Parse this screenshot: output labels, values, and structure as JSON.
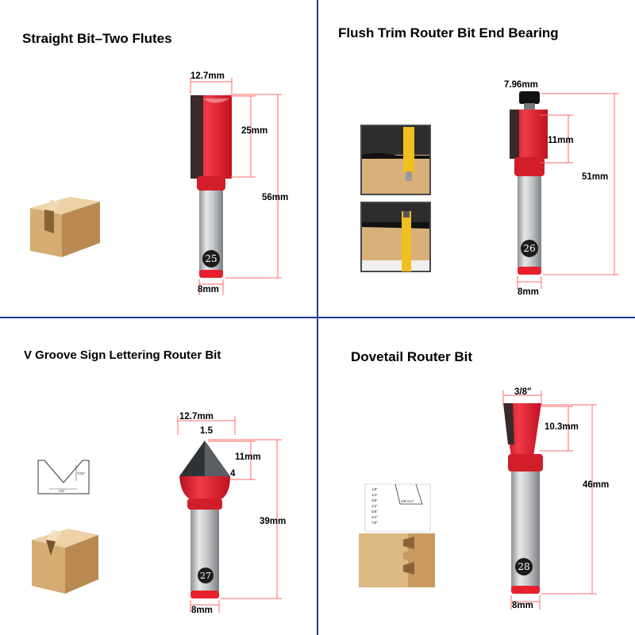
{
  "colors": {
    "divider": "#203a8c",
    "bit_red": "#e8202e",
    "shank": "#c9cbcc",
    "dimension_line": "#ff6a6a",
    "wood": "#d9b586"
  },
  "icons": [
    "straight-bit",
    "flush-trim-bit",
    "v-groove-bit",
    "dovetail-bit",
    "wood-block",
    "profile-diagram"
  ],
  "panels": [
    {
      "title": "Straight Bit–Two Flutes",
      "bit_number": "25",
      "dims": {
        "cutter_diameter": "12.7mm",
        "cut_length": "25mm",
        "total_length": "56mm",
        "shank": "8mm"
      }
    },
    {
      "title": "Flush Trim Router Bit End Bearing",
      "bit_number": "26",
      "dims": {
        "bearing": "7.96mm",
        "cut_length": "11mm",
        "total_length": "51mm",
        "shank": "8mm"
      }
    },
    {
      "title": "V Groove Sign Lettering Router Bit",
      "bit_number": "27",
      "dims": {
        "cutter_diameter": "12.7mm",
        "tip": "1.5",
        "cut_depth": "11mm",
        "side": "4",
        "total_length": "39mm",
        "shank": "8mm"
      },
      "diagram": {
        "depth": "7/16\"",
        "width": "1/2\""
      }
    },
    {
      "title": "Dovetail Router Bit",
      "bit_number": "28",
      "dims": {
        "top_diameter": "3/8\"",
        "cut_length": "10.3mm",
        "total_length": "46mm",
        "shank": "8mm"
      },
      "chart": {
        "sizes": [
          "1/8\"",
          "1/4\"",
          "3/8\"",
          "1/2\"",
          "5/8\"",
          "3/4\"",
          "7/8\""
        ],
        "label": "3/8\"x14°"
      }
    }
  ]
}
